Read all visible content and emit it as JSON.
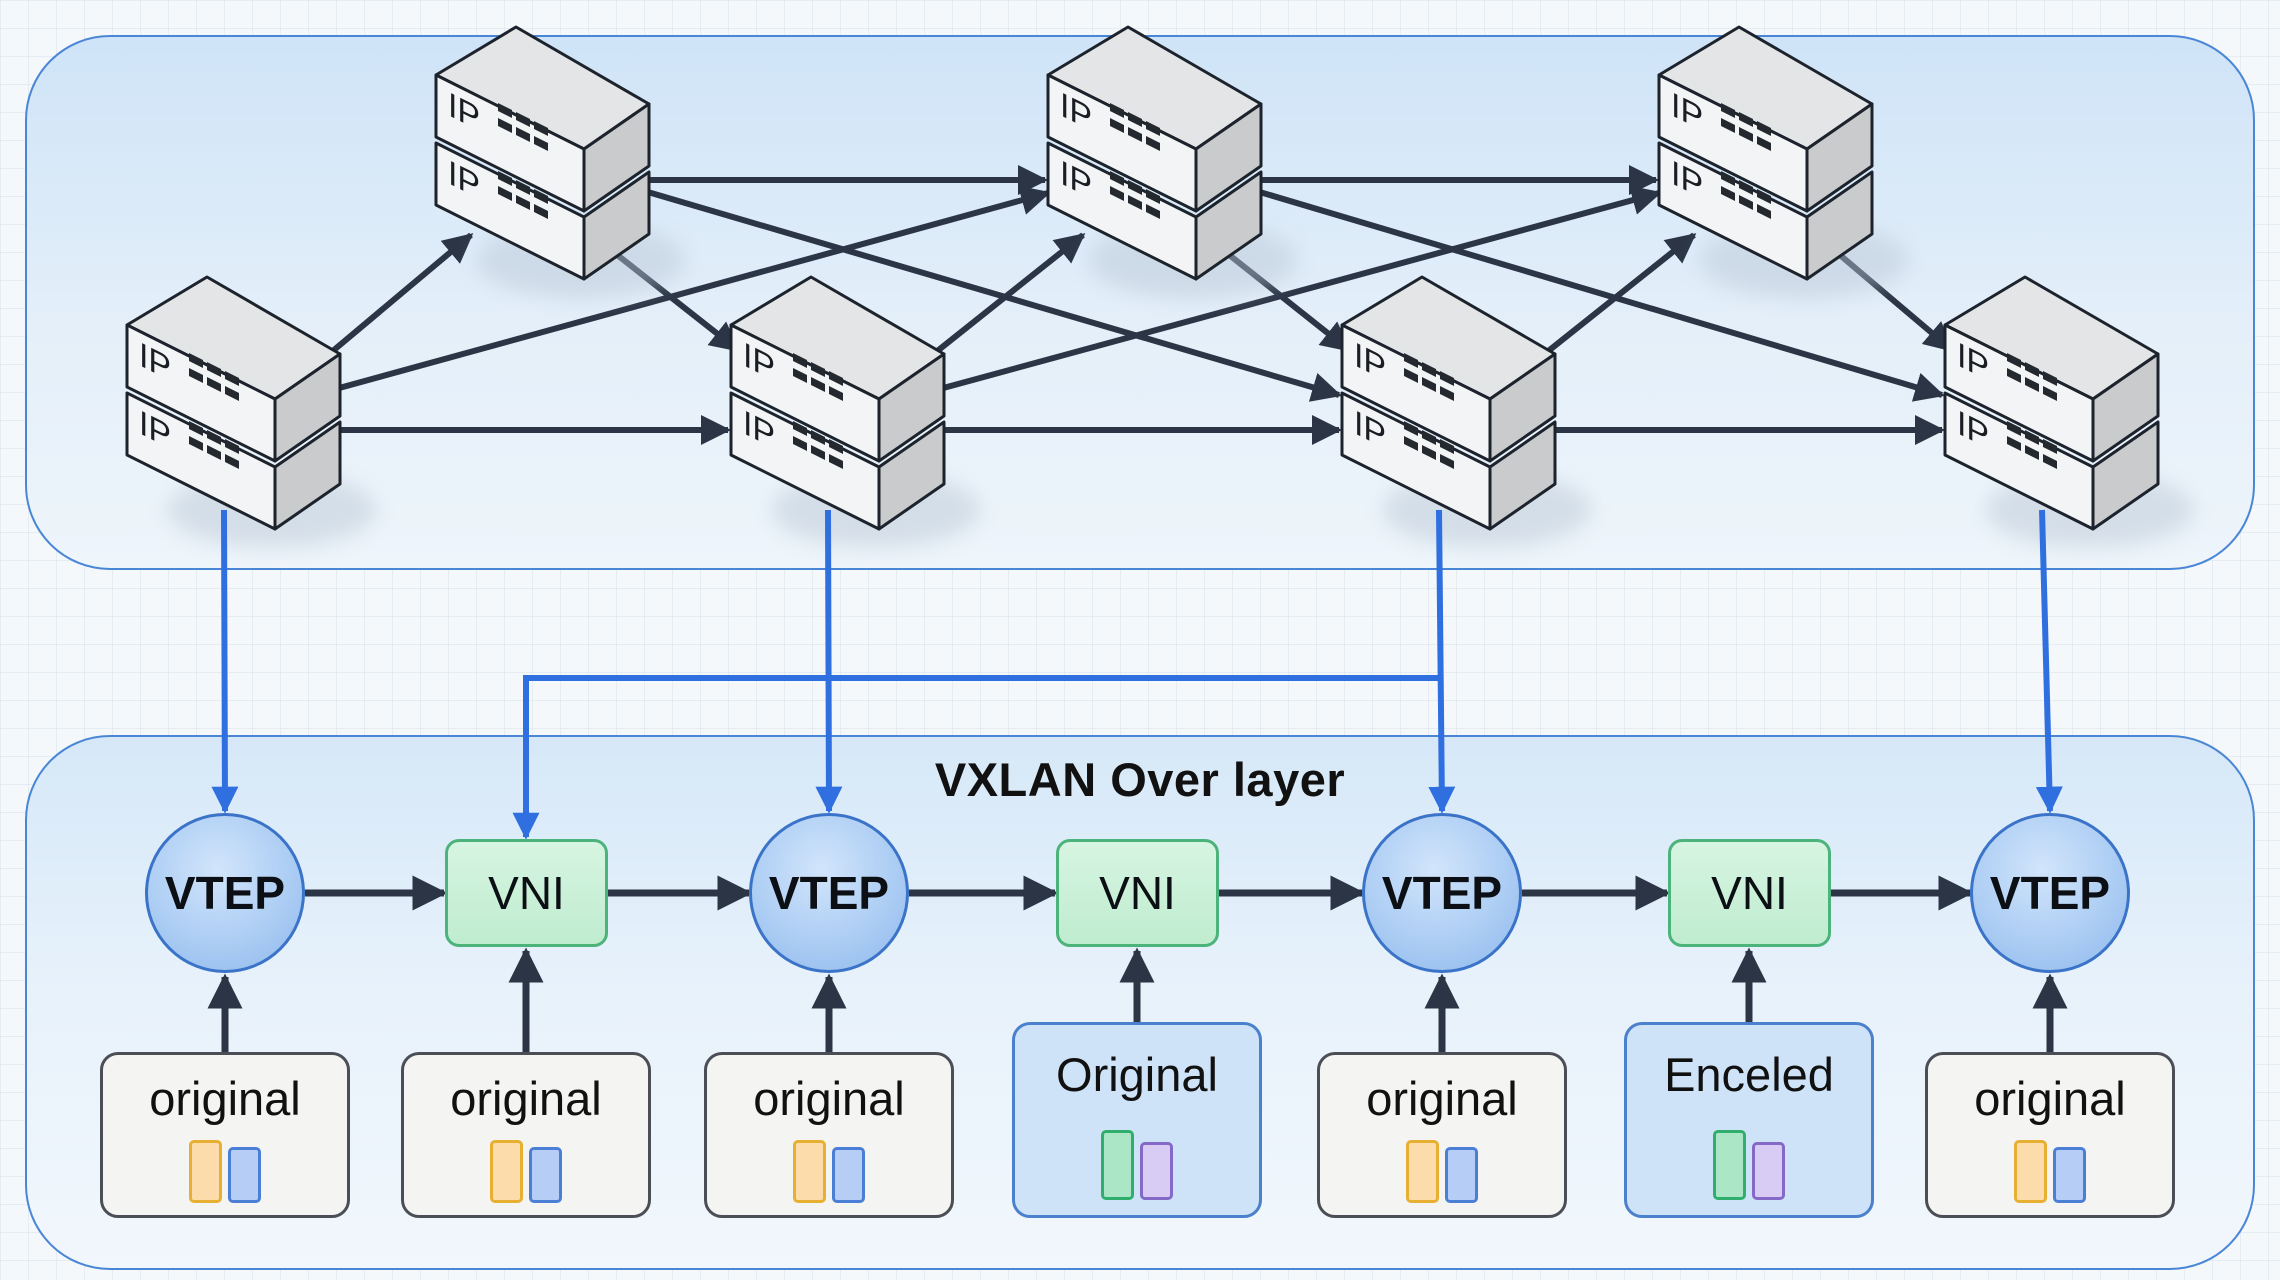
{
  "title": "VXLAN Over layer",
  "underlay": {
    "routers": [
      {
        "id": "r1",
        "row": "lower",
        "units": [
          "IP",
          "IP"
        ]
      },
      {
        "id": "r2",
        "row": "upper",
        "units": [
          "IP",
          "IP"
        ]
      },
      {
        "id": "r3",
        "row": "lower",
        "units": [
          "IP",
          "IP"
        ]
      },
      {
        "id": "r4",
        "row": "upper",
        "units": [
          "IP",
          "IP"
        ]
      },
      {
        "id": "r5",
        "row": "lower",
        "units": [
          "IP",
          "IP"
        ]
      },
      {
        "id": "r6",
        "row": "upper",
        "units": [
          "IP",
          "IP"
        ]
      },
      {
        "id": "r7",
        "row": "lower",
        "units": [
          "IP",
          "IP"
        ]
      }
    ],
    "links": [
      [
        "r1",
        "r2"
      ],
      [
        "r1",
        "r3"
      ],
      [
        "r1",
        "r4"
      ],
      [
        "r2",
        "r3"
      ],
      [
        "r2",
        "r4"
      ],
      [
        "r2",
        "r5"
      ],
      [
        "r3",
        "r4"
      ],
      [
        "r3",
        "r5"
      ],
      [
        "r3",
        "r6"
      ],
      [
        "r4",
        "r5"
      ],
      [
        "r4",
        "r6"
      ],
      [
        "r4",
        "r7"
      ],
      [
        "r5",
        "r6"
      ],
      [
        "r5",
        "r7"
      ],
      [
        "r6",
        "r7"
      ]
    ]
  },
  "overlay": {
    "nodes": [
      {
        "type": "vtep",
        "label": "VTEP"
      },
      {
        "type": "vni",
        "label": "VNI"
      },
      {
        "type": "vtep",
        "label": "VTEP"
      },
      {
        "type": "vni",
        "label": "VNI"
      },
      {
        "type": "vtep",
        "label": "VTEP"
      },
      {
        "type": "vni",
        "label": "VNI"
      },
      {
        "type": "vtep",
        "label": "VTEP"
      }
    ],
    "payloads": [
      {
        "label": "original",
        "style": "gray",
        "chips": [
          "orange",
          "blue"
        ]
      },
      {
        "label": "original",
        "style": "gray",
        "chips": [
          "orange",
          "blue"
        ]
      },
      {
        "label": "original",
        "style": "gray",
        "chips": [
          "orange",
          "blue"
        ]
      },
      {
        "label": "Original",
        "style": "blue",
        "chips": [
          "green",
          "purple"
        ]
      },
      {
        "label": "original",
        "style": "gray",
        "chips": [
          "orange",
          "blue"
        ]
      },
      {
        "label": "Enceled",
        "style": "blue",
        "chips": [
          "green",
          "purple"
        ]
      },
      {
        "label": "original",
        "style": "gray",
        "chips": [
          "orange",
          "blue"
        ]
      }
    ]
  },
  "colors": {
    "underlay_link": "#2b3546",
    "mapping_link": "#2f6fe0",
    "panel_border": "#4a86d6",
    "vtep_fill": "#a9cbf3",
    "vni_fill": "#bfeccf"
  }
}
